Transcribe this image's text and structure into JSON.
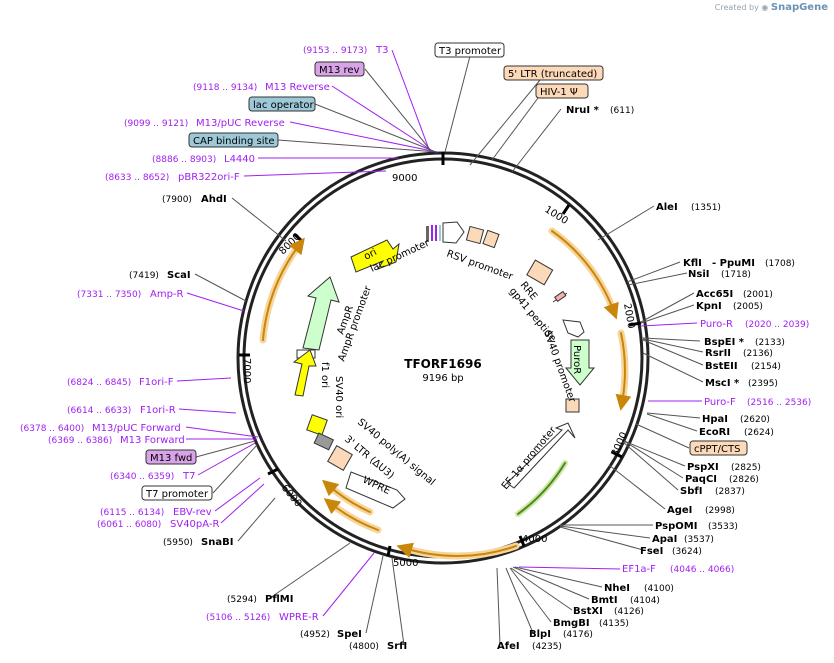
{
  "credit": {
    "prefix": "Created by",
    "brand": "SnapGene"
  },
  "plasmid": {
    "name": "TFORF1696",
    "size": "9196 bp"
  },
  "ticks": [
    "1000",
    "2000",
    "3000",
    "4000",
    "5000",
    "6000",
    "7000",
    "8000",
    "9000"
  ],
  "left_labels": [
    {
      "name": "T3",
      "range": "(9153 .. 9173)",
      "type": "primer"
    },
    {
      "name": "M13 rev",
      "type": "box",
      "fill": "#d9a3e8"
    },
    {
      "name": "M13 Reverse",
      "range": "(9118 .. 9134)",
      "type": "primer"
    },
    {
      "name": "lac operator",
      "type": "box",
      "fill": "#9cc8d8"
    },
    {
      "name": "M13/pUC Reverse",
      "range": "(9099 .. 9121)",
      "type": "primer"
    },
    {
      "name": "CAP binding site",
      "type": "box",
      "fill": "#9cc8d8"
    },
    {
      "name": "L4440",
      "range": "(8886 .. 8903)",
      "type": "primer"
    },
    {
      "name": "pBR322ori-F",
      "range": "(8633 .. 8652)",
      "type": "primer"
    },
    {
      "name": "AhdI",
      "range": "(7900)",
      "type": "enzyme"
    },
    {
      "name": "ScaI",
      "range": "(7419)",
      "type": "enzyme"
    },
    {
      "name": "Amp-R",
      "range": "(7331 .. 7350)",
      "type": "primer"
    },
    {
      "name": "F1ori-F",
      "range": "(6824 .. 6845)",
      "type": "primer"
    },
    {
      "name": "F1ori-R",
      "range": "(6614 .. 6633)",
      "type": "primer"
    },
    {
      "name": "M13/pUC Forward",
      "range": "(6378 .. 6400)",
      "type": "primer"
    },
    {
      "name": "M13 Forward",
      "range": "(6369 .. 6386)",
      "type": "primer"
    },
    {
      "name": "M13 fwd",
      "type": "box",
      "fill": "#d9a3e8"
    },
    {
      "name": "T7",
      "range": "(6340 .. 6359)",
      "type": "primer"
    },
    {
      "name": "T7 promoter",
      "type": "box",
      "fill": "#ffffff"
    },
    {
      "name": "EBV-rev",
      "range": "(6115 .. 6134)",
      "type": "primer"
    },
    {
      "name": "SV40pA-R",
      "range": "(6061 .. 6080)",
      "type": "primer"
    },
    {
      "name": "SnaBI",
      "range": "(5950)",
      "type": "enzyme"
    },
    {
      "name": "PflMI",
      "range": "(5294)",
      "type": "enzyme"
    },
    {
      "name": "WPRE-R",
      "range": "(5106 .. 5126)",
      "type": "primer"
    },
    {
      "name": "SpeI",
      "range": "(4952)",
      "type": "enzyme"
    },
    {
      "name": "SrfI",
      "range": "(4800)",
      "type": "enzyme"
    }
  ],
  "right_labels": [
    {
      "name": "T3 promoter",
      "type": "box",
      "fill": "#ffffff"
    },
    {
      "name": "5' LTR (truncated)",
      "type": "box",
      "fill": "#fcd9b8"
    },
    {
      "name": "HIV-1 Ψ",
      "type": "box",
      "fill": "#fcd9b8"
    },
    {
      "name": "NruI *",
      "range": "(611)",
      "type": "enzyme"
    },
    {
      "name": "AleI",
      "range": "(1351)",
      "type": "enzyme"
    },
    {
      "name": "KflI",
      "range": "",
      "type": "enzyme"
    },
    {
      "name": "- PpuMI",
      "range": "(1708)",
      "type": "enzyme"
    },
    {
      "name": "NsiI",
      "range": "(1718)",
      "type": "enzyme"
    },
    {
      "name": "Acc65I",
      "range": "(2001)",
      "type": "enzyme"
    },
    {
      "name": "KpnI",
      "range": "(2005)",
      "type": "enzyme"
    },
    {
      "name": "Puro-R",
      "range": "(2020 .. 2039)",
      "type": "primer"
    },
    {
      "name": "BspEI *",
      "range": "(2133)",
      "type": "enzyme"
    },
    {
      "name": "RsrII",
      "range": "(2136)",
      "type": "enzyme"
    },
    {
      "name": "BstEII",
      "range": "(2154)",
      "type": "enzyme"
    },
    {
      "name": "MscI *",
      "range": "(2395)",
      "type": "enzyme"
    },
    {
      "name": "Puro-F",
      "range": "(2516 .. 2536)",
      "type": "primer"
    },
    {
      "name": "HpaI",
      "range": "(2620)",
      "type": "enzyme"
    },
    {
      "name": "EcoRI",
      "range": "(2624)",
      "type": "enzyme"
    },
    {
      "name": "cPPT/CTS",
      "type": "box",
      "fill": "#fcd9b8"
    },
    {
      "name": "PspXI",
      "range": "(2825)",
      "type": "enzyme"
    },
    {
      "name": "PaqCI",
      "range": "(2826)",
      "type": "enzyme"
    },
    {
      "name": "SbfI",
      "range": "(2837)",
      "type": "enzyme"
    },
    {
      "name": "AgeI",
      "range": "(2998)",
      "type": "enzyme"
    },
    {
      "name": "PspOMI",
      "range": "(3533)",
      "type": "enzyme"
    },
    {
      "name": "ApaI",
      "range": "(3537)",
      "type": "enzyme"
    },
    {
      "name": "FseI",
      "range": "(3624)",
      "type": "enzyme"
    },
    {
      "name": "EF1a-F",
      "range": "(4046 .. 4066)",
      "type": "primer"
    },
    {
      "name": "NheI",
      "range": "(4100)",
      "type": "enzyme"
    },
    {
      "name": "BmtI",
      "range": "(4104)",
      "type": "enzyme"
    },
    {
      "name": "BstXI",
      "range": "(4126)",
      "type": "enzyme"
    },
    {
      "name": "BmgBI",
      "range": "(4135)",
      "type": "enzyme"
    },
    {
      "name": "BlpI",
      "range": "(4176)",
      "type": "enzyme"
    },
    {
      "name": "AfeI",
      "range": "(4235)",
      "type": "enzyme"
    }
  ],
  "inner_labels": [
    "lac promoter",
    "RSV promoter",
    "RRE",
    "gp41 peptide",
    "SV40 promoter",
    "PuroR",
    "ori",
    "AmpR",
    "AmpR promoter",
    "f1 ori",
    "SV40 ori",
    "SV40 poly(A) signal",
    "3' LTR (ΔU3)",
    "WPRE",
    "EF-1α promoter"
  ],
  "colors": {
    "primer": "#a020f0",
    "enzyme": "#000000",
    "backbone": "#222222",
    "orange_arc": "#c8860a"
  }
}
